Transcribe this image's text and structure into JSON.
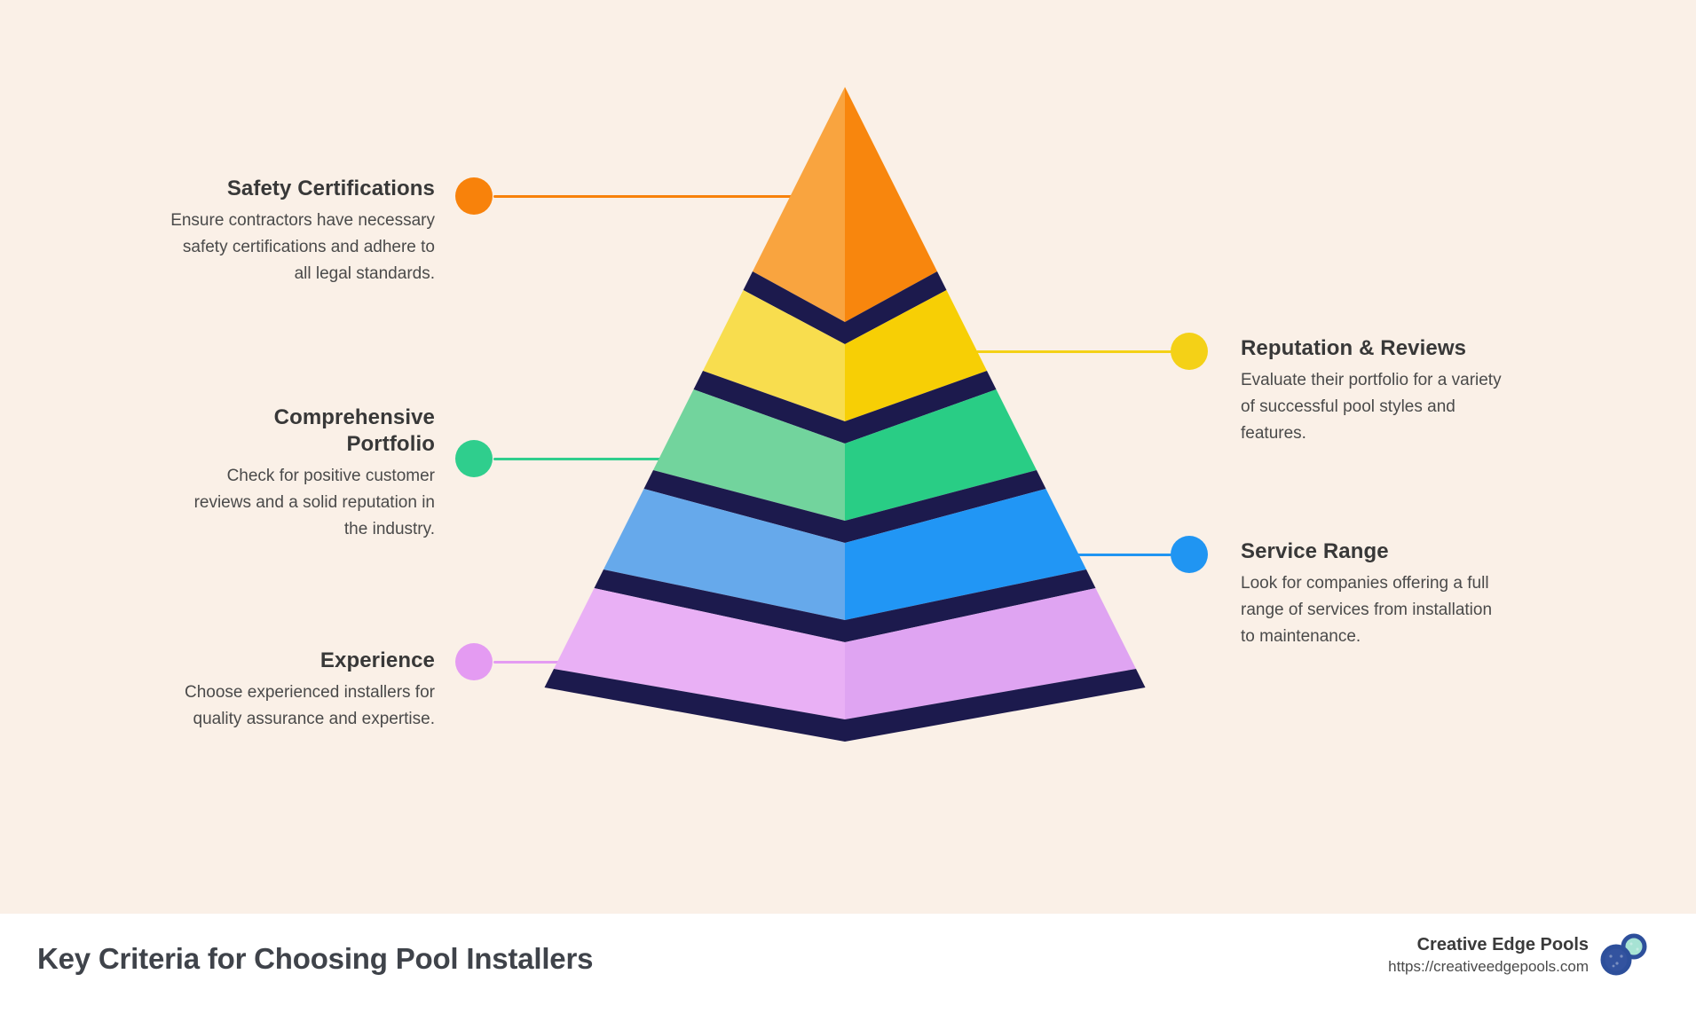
{
  "page": {
    "background": "#FAF0E7",
    "footer_background": "#FFFFFF"
  },
  "pyramid": {
    "type": "pyramid",
    "separator_color": "#1C1A4D",
    "levels": [
      {
        "label": "Safety Certifications",
        "face_left": "#F9A43F",
        "face_right": "#F8860D"
      },
      {
        "label": "Reputation & Reviews",
        "face_left": "#F8DD4E",
        "face_right": "#F7CF05"
      },
      {
        "label": "Comprehensive Portfolio",
        "face_left": "#72D49D",
        "face_right": "#29CD85"
      },
      {
        "label": "Service Range",
        "face_left": "#66A9EB",
        "face_right": "#2196F5"
      },
      {
        "label": "Experience",
        "face_left": "#E9B0F5",
        "face_right": "#DFA4F2"
      }
    ]
  },
  "criteria": [
    {
      "title": "Safety Certifications",
      "description": "Ensure contractors have necessary safety certifications and adhere to all legal standards.",
      "accent": "#F8820B",
      "side": "left"
    },
    {
      "title": "Comprehensive Portfolio",
      "description": "Check for positive customer reviews and a solid reputation in the industry.",
      "accent": "#2FCE8D",
      "side": "left"
    },
    {
      "title": "Experience",
      "description": "Choose experienced installers for quality assurance and expertise.",
      "accent": "#E49BF2",
      "side": "left"
    },
    {
      "title": "Reputation & Reviews",
      "description": "Evaluate their portfolio for a variety of successful pool styles and features.",
      "accent": "#F4D117",
      "side": "right"
    },
    {
      "title": "Service Range",
      "description": "Look for companies offering a full range of services from installation to maintenance.",
      "accent": "#2095F2",
      "side": "right"
    }
  ],
  "footer": {
    "title": "Key Criteria for Choosing Pool Installers",
    "brand_name": "Creative Edge Pools",
    "brand_url": "https://creativeedgepools.com"
  },
  "logo": {
    "outline": "#2D4F9B",
    "lobe_left": "#33539F",
    "lobe_right": "#A7E3D4"
  }
}
